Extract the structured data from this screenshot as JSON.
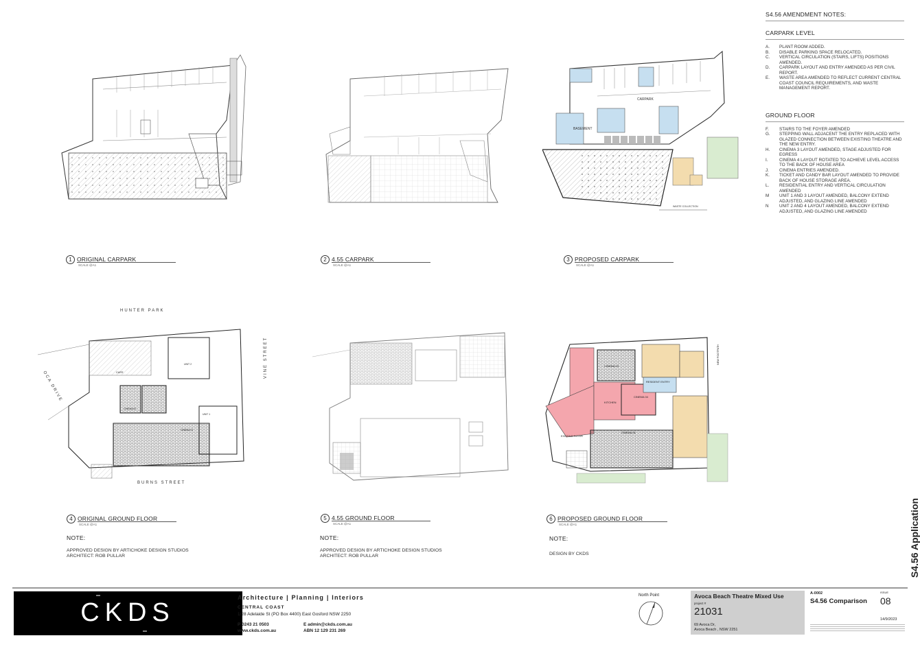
{
  "amendment_notes": {
    "title": "S4.56 AMENDMENT NOTES:",
    "carpark": {
      "heading": "CARPARK LEVEL",
      "items": [
        {
          "key": "A.",
          "text": "PLANT ROOM ADDED."
        },
        {
          "key": "B.",
          "text": "DISABLE PARKING SPACE RELOCATED."
        },
        {
          "key": "C.",
          "text": "VERTICAL CIRCULATION (STAIRS, LIFTS) POSITIONS AMENDED."
        },
        {
          "key": "D.",
          "text": "CARPARK LAYOUT AND ENTRY AMENDED AS PER CIVIL REPORT."
        },
        {
          "key": "E.",
          "text": "WASTE AREA AMENDED TO REFLECT CURRENT CENTRAL COAST COUNCIL REQUIREMENTS, AND WASTE MANAGEMENT REPORT."
        }
      ]
    },
    "ground": {
      "heading": "GROUND FLOOR",
      "items": [
        {
          "key": "F.",
          "text": "STAIRS TO THE FOYER AMENDED"
        },
        {
          "key": "G.",
          "text": "STEPPING WALL ADJACENT THE ENTRY REPLACED WITH GLAZED CONNECTION BETWEEN EXISTING THEATRE AND THE NEW ENTRY."
        },
        {
          "key": "H.",
          "text": "CINEMA 3 LAYOUT AMENDED, STAGE ADJUSTED FOR EGRESS"
        },
        {
          "key": "I.",
          "text": "CINEMA 4 LAYOUT ROTATED TO ACHIEVE LEVEL ACCESS TO THE BACK OF HOUSE AREA"
        },
        {
          "key": "J.",
          "text": "CINEMA ENTRIES AMENDED."
        },
        {
          "key": "K.",
          "text": "TICKET AND CANDY BAR LAYOUT AMENDED TO PROVIDE BACK OF HOUSE STORAGE AREA."
        },
        {
          "key": "L.",
          "text": "RESIDENTIAL ENTRY AND VERTICAL CIRCULATION AMENDED"
        },
        {
          "key": "M",
          "text": "UNIT 1 AND 3 LAYOUT AMENDED, BALCONY EXTEND ADJUSTED, AND GLAZING LINE AMENDED"
        },
        {
          "key": "N",
          "text": "UNIT 2 AND 4 LAYOUT AMENDED, BALCONY EXTEND ADJUSTED, AND GLAZING LINE AMENDED"
        }
      ]
    }
  },
  "drawings": [
    {
      "num": "1",
      "title": "ORIGINAL CARPARK",
      "scale": "SCALE @A1"
    },
    {
      "num": "2",
      "title": "4.55 CARPARK",
      "scale": "SCALE @A1"
    },
    {
      "num": "3",
      "title": "PROPOSED CARPARK",
      "scale": "SCALE @A1"
    },
    {
      "num": "4",
      "title": "ORIGINAL GROUND FLOOR",
      "scale": "SCALE @A1"
    },
    {
      "num": "5",
      "title": "4.55 GROUND FLOOR",
      "scale": "SCALE @A1"
    },
    {
      "num": "6",
      "title": "PROPOSED GROUND FLOOR",
      "scale": "SCALE @A1"
    }
  ],
  "plan_labels": {
    "basement": "BASEMENT",
    "carpark": "CARPARK",
    "waste": "WASTE COLLECTION",
    "hunter_park": "HUNTER PARK",
    "burns_street": "BURNS STREET",
    "vine_street": "VINE STREET",
    "avoca_drive": "OCA DRIVE",
    "cinema_01": "CINEMA 01",
    "cinema_02": "CINEMA 02",
    "cinema_03": "CINEMA 03",
    "cinema_04": "CINEMA 04",
    "kitchen": "KITCHEN",
    "resident_entry": "RESIDENT ENTRY",
    "existing_foyer": "EXISTING FOYER",
    "new_footpath": "NEW FOOTPATH",
    "unit_1": "UNIT 1",
    "unit_2": "UNIT 2",
    "cafe": "CAFE"
  },
  "notes": [
    {
      "heading": "NOTE:",
      "lines": [
        "APPROVED DESIGN BY ARTICHOKE DESIGN STUDIOS",
        "ARCHITECT: ROB PULLAR"
      ]
    },
    {
      "heading": "NOTE:",
      "lines": [
        "APPROVED DESIGN BY ARTICHOKE DESIGN STUDIOS",
        "ARCHITECT: ROB PULLAR"
      ]
    },
    {
      "heading": "NOTE:",
      "lines": [
        "DESIGN BY CKDS"
      ]
    }
  ],
  "side_title": "S4.56 Application",
  "title_block": {
    "logo": "CKDS",
    "firm": "Architecture | Planning | Interiors",
    "office": "CENTRAL COAST",
    "address": "1/28 Adelaide St (PO Box 4400) East Gosford NSW 2250",
    "phone": "P  0243 21 0503",
    "web": "www.ckds.com.au",
    "email": "E   admin@ckds.com.au",
    "abn": "ABN 12 129 231 269",
    "north_point": "North Point",
    "project_title": "Avoca Beach Theatre Mixed Use",
    "project_label": "project #",
    "project_number": "21031",
    "address_line1": "69 Avoca Dr,",
    "address_line2": "Avoca Beach , NSW  2251",
    "drawing_no": "A-0002",
    "drawing_title": "S4.56 Comparison",
    "issue_label": "ISSUE",
    "issue": "08",
    "date": "14/9/2023"
  },
  "colors": {
    "residential": "#f3dcae",
    "cinema": "#f4a6ad",
    "services": "#c6dff0",
    "landscape": "#d9ecd0",
    "logo_bg": "#000000",
    "project_panel": "#cfcfcf"
  }
}
